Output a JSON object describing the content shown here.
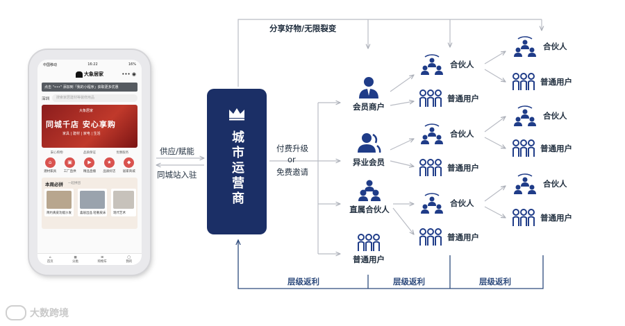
{
  "top_label": "分享好物/无限裂变",
  "left_arrows": {
    "supply": "供应/赋能",
    "local": "同城站入驻"
  },
  "center": {
    "title": "城市运营商"
  },
  "middle_arrows": {
    "line1": "付费升级",
    "line2": "or",
    "line3": "免费邀请"
  },
  "tier1": [
    "会员商户",
    "异业会员",
    "直属合伙人",
    "普通用户"
  ],
  "tier2": [
    "合伙人",
    "普通用户",
    "合伙人",
    "普通用户",
    "合伙人",
    "普通用户"
  ],
  "tier3": [
    "合伙人",
    "普通用户",
    "合伙人",
    "普通用户",
    "合伙人",
    "普通用户"
  ],
  "rebates": [
    "层级返利",
    "层级返利",
    "层级返利"
  ],
  "watermark": "大数跨境",
  "phone": {
    "status_left": "中国移动",
    "status_time": "16:22",
    "status_right": "16%",
    "app_name": "大象居家",
    "banner_text": "点击 \"•••\" 添加到「我的小程序」获取更多优惠",
    "city": "深圳",
    "search_placeholder": "搜索家居建材等装修用品",
    "hero_title": "同城千店 安心享购",
    "hero_sub": "家具 | 建材 | 家电 | 生活",
    "hero_logo": "大象居家",
    "tags": [
      "安心购物",
      "品质保证",
      "优惠服务"
    ],
    "icons": [
      "建材家具",
      "工厂直供",
      "精品直播",
      "品质好店",
      "居家商城"
    ],
    "week_title": "本周必拼",
    "week_sub": "一起拼团",
    "products": [
      "简约真皮功能沙发",
      "喜居出品 轻奢皮床",
      "现代艺术"
    ],
    "tabs": [
      "首页",
      "分类",
      "购物车",
      "我的"
    ]
  },
  "colors": {
    "primary": "#1b2f66",
    "icon_blue": "#1f3c88",
    "arrow": "#b9bcc4"
  }
}
